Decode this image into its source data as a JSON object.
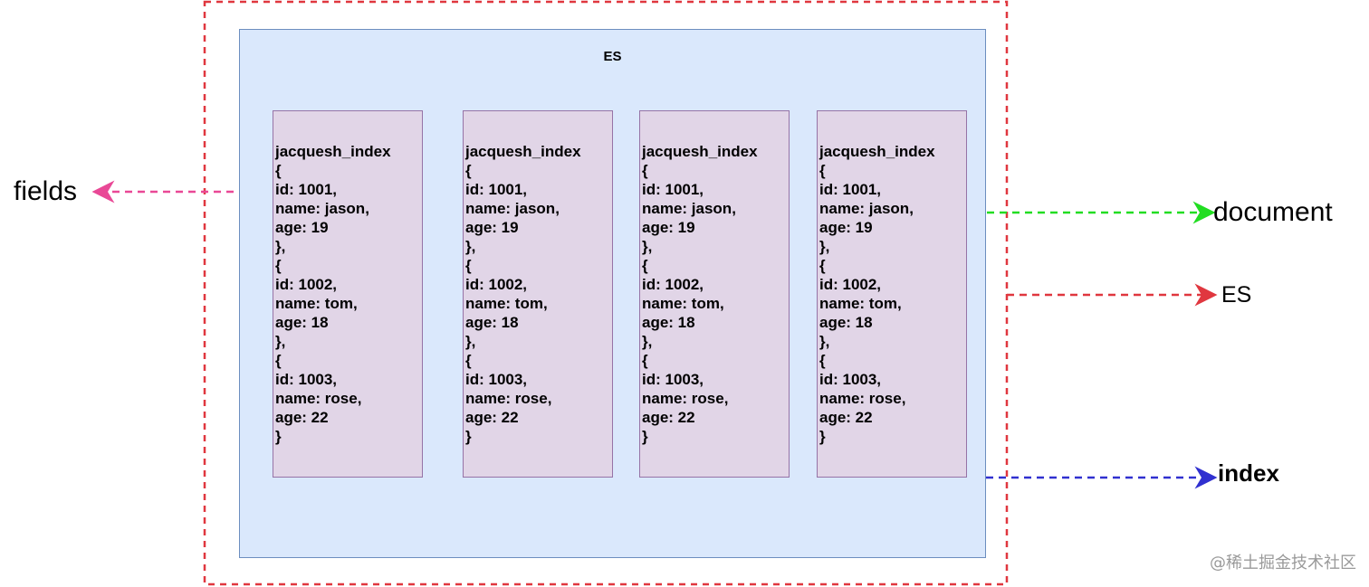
{
  "es_container": {
    "title": "ES"
  },
  "index_columns": [
    {
      "name": "jacquesh_index",
      "lines": [
        "{",
        "id: 1001,",
        "name: jason,",
        "age: 19",
        "},",
        "{",
        "id: 1002,",
        "name: tom,",
        "age: 18",
        "},",
        "{",
        "id: 1003,",
        "name: rose,",
        "age: 22",
        "}"
      ]
    },
    {
      "name": "jacquesh_index",
      "lines": [
        "{",
        "id: 1001,",
        "name: jason,",
        "age: 19",
        "},",
        "{",
        "id: 1002,",
        "name: tom,",
        "age: 18",
        "},",
        "{",
        "id: 1003,",
        "name: rose,",
        "age: 22",
        "}"
      ]
    },
    {
      "name": "jacquesh_index",
      "lines": [
        "{",
        "id: 1001,",
        "name: jason,",
        "age: 19",
        "},",
        "{",
        "id: 1002,",
        "name: tom,",
        "age: 18",
        "},",
        "{",
        "id: 1003,",
        "name: rose,",
        "age: 22",
        "}"
      ]
    },
    {
      "name": "jacquesh_index",
      "lines": [
        "{",
        "id: 1001,",
        "name: jason,",
        "age: 19",
        "},",
        "{",
        "id: 1002,",
        "name: tom,",
        "age: 18",
        "},",
        "{",
        "id: 1003,",
        "name: rose,",
        "age: 22",
        "}"
      ]
    }
  ],
  "labels": {
    "fields": "fields",
    "document": "document",
    "es": "ES",
    "index": "index"
  },
  "watermark": "@稀土掘金技术社区",
  "colors": {
    "outer_es_dashed": "#e0373f",
    "fields_highlight": "#e94896",
    "document_highlight": "#22dd22",
    "index_highlight": "#3030d0",
    "es_fill": "#dae8fc",
    "index_fill": "#e1d5e7"
  }
}
